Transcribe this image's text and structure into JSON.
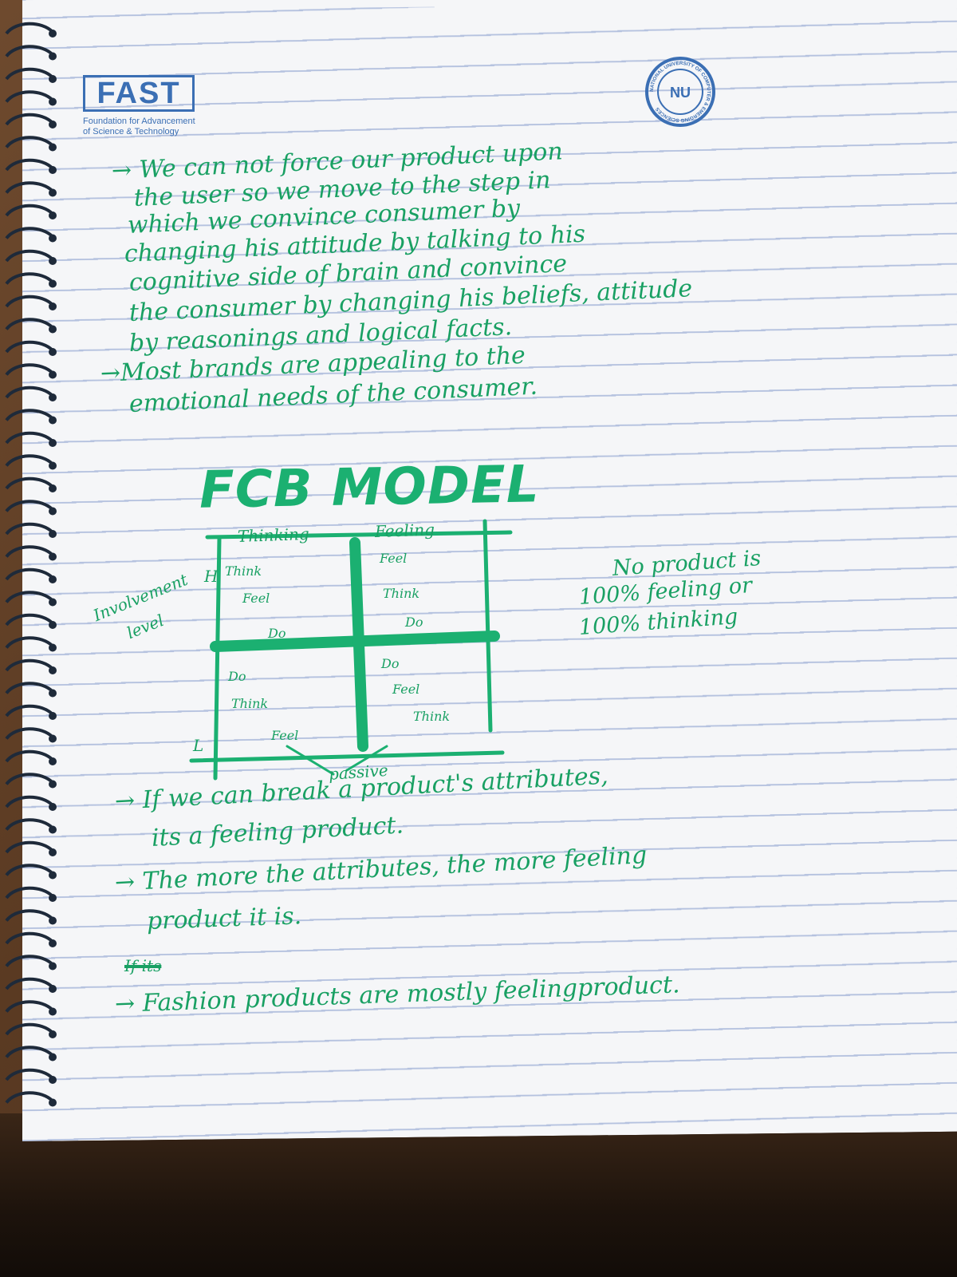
{
  "header": {
    "logo_word": "FAST",
    "logo_sub_1": "Foundation for Advancement",
    "logo_sub_2": "of  Science & Technology",
    "seal_text": "NATIONAL UNIVERSITY OF COMPUTER & EMERGING SCIENCES",
    "seal_mark": "NU"
  },
  "notes_top": [
    "→ We can not force our product upon",
    "the user so we move to the step in",
    "which we convince consumer by",
    "changing his attitude by talking to his",
    "cognitive side of brain and convince",
    "the consumer by changing his beliefs, attitude",
    "by reasonings and logical facts.",
    "→Most brands are appealing to the",
    "emotional needs of the consumer."
  ],
  "model_title": "FCB MODEL",
  "fcb": {
    "col_left": "Thinking",
    "col_right": "Feeling",
    "row_high": "H",
    "row_low": "L",
    "axis_label_1": "Involvement",
    "axis_label_2": "level",
    "q1": [
      "Think",
      "Feel",
      "Do"
    ],
    "q2": [
      "Feel",
      "Think",
      "Do"
    ],
    "q3": [
      "Do",
      "Think",
      "Feel"
    ],
    "q4": [
      "Do",
      "Feel",
      "Think"
    ],
    "bottom_label": "passive"
  },
  "side_note": [
    "No product is",
    "100% feeling or",
    "100% thinking"
  ],
  "notes_bottom": [
    "→ If we can break a product's attributes,",
    "its a feeling product.",
    "→ The more the attributes, the more feeling",
    "product it is.",
    "→ Fashion products are mostly feelingproduct."
  ],
  "struck_text": "If its",
  "colors": {
    "ink": "#19a063",
    "logo": "#3b6fb4",
    "rule": "#9fb0d6"
  }
}
